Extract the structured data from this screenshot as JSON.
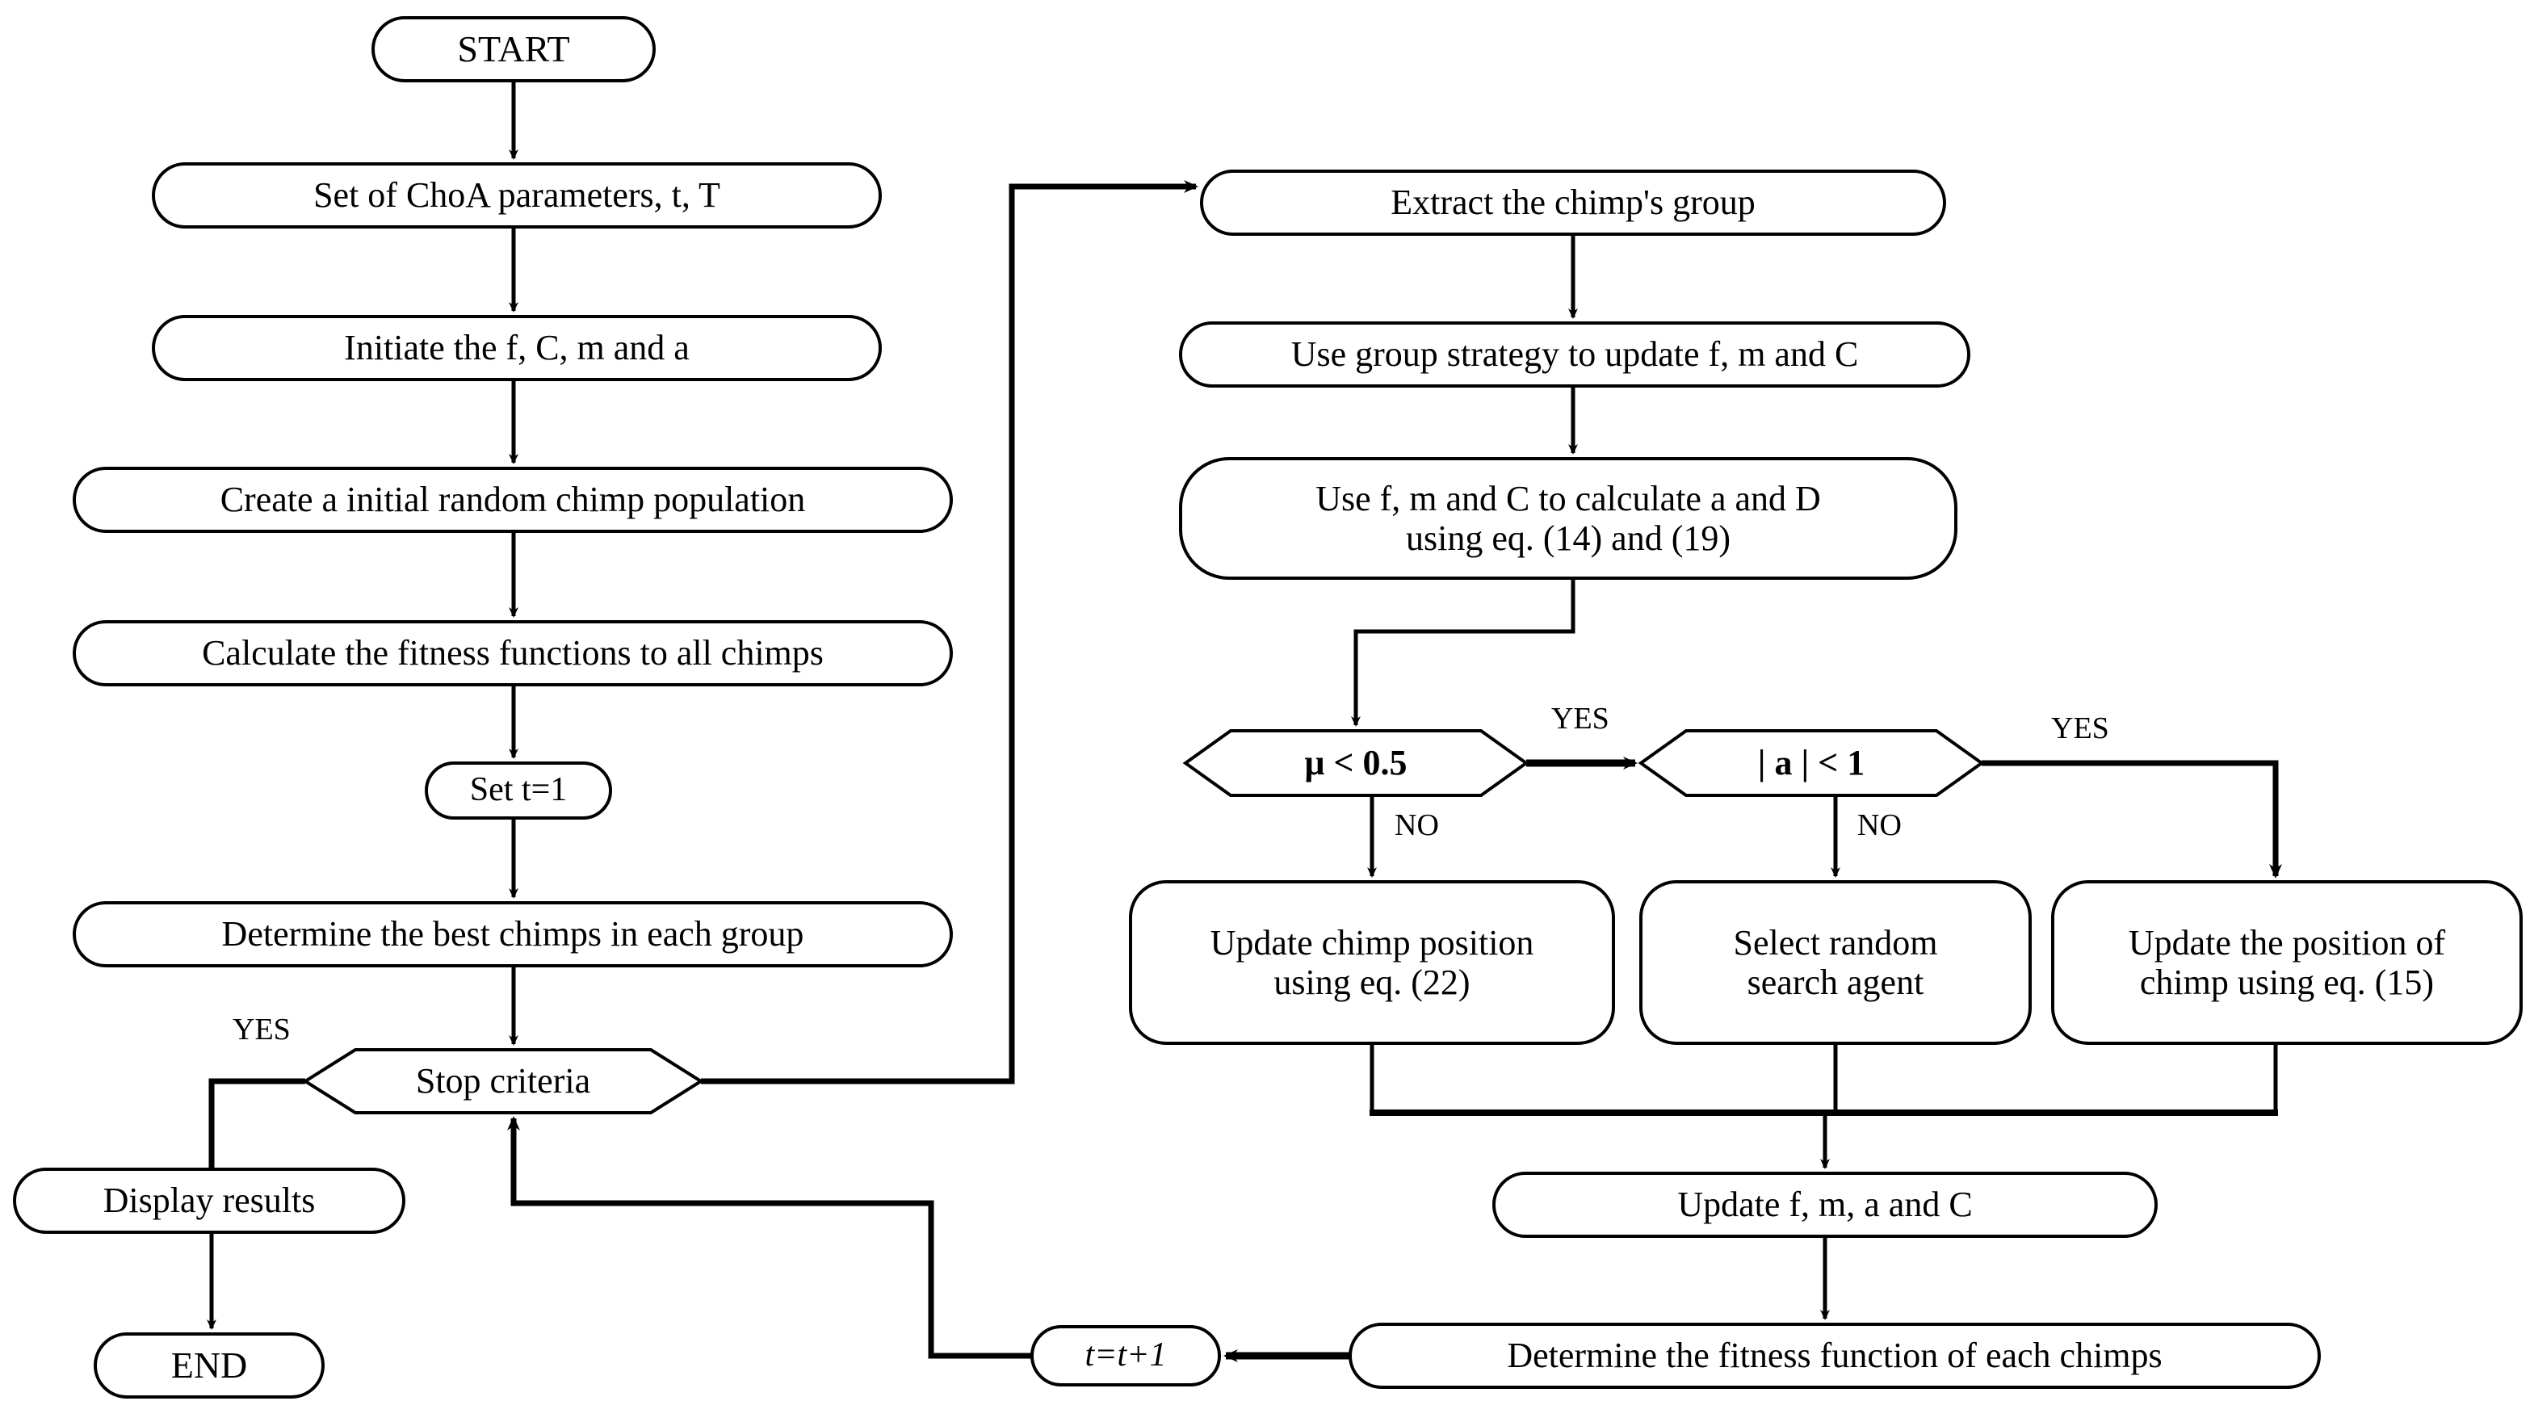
{
  "diagram": {
    "title": "ChoA algorithm flowchart",
    "stroke_color": "#000000",
    "fill_color": "#ffffff",
    "background": "#ffffff"
  },
  "nodes": {
    "start": {
      "label": "START",
      "shape": "terminator"
    },
    "set_params": {
      "label": "Set of ChoA parameters, t, T",
      "shape": "terminator"
    },
    "initiate": {
      "label": "Initiate the f, C, m and  a",
      "shape": "terminator"
    },
    "create_pop": {
      "label": "Create a initial random chimp population",
      "shape": "terminator"
    },
    "calc_fitness": {
      "label": "Calculate the fitness functions to all chimps",
      "shape": "terminator"
    },
    "set_t1": {
      "label": "Set t=1",
      "shape": "terminator"
    },
    "determine_best": {
      "label": "Determine the best chimps in each group",
      "shape": "terminator"
    },
    "stop_criteria": {
      "label": "Stop criteria",
      "shape": "decision"
    },
    "display_results": {
      "label": "Display results",
      "shape": "terminator"
    },
    "end": {
      "label": "END",
      "shape": "terminator"
    },
    "extract_group": {
      "label": "Extract the chimp's group",
      "shape": "terminator"
    },
    "use_group_strategy": {
      "label": "Use group strategy to update f, m and C",
      "shape": "terminator"
    },
    "calc_a_d": {
      "label": "Use f, m and C to calculate a and D\nusing eq. (14) and (19)",
      "shape": "terminator"
    },
    "mu_decision": {
      "label": "μ < 0.5",
      "shape": "decision"
    },
    "a_decision": {
      "label": "| a | < 1",
      "shape": "decision"
    },
    "update_chimp_22": {
      "label": "Update chimp position\nusing eq. (22)",
      "shape": "terminator"
    },
    "select_random": {
      "label": "Select random\nsearch agent",
      "shape": "terminator"
    },
    "update_pos_15": {
      "label": "Update the position of\nchimp using eq. (15)",
      "shape": "terminator"
    },
    "update_fmac": {
      "label": "Update f, m, a and C",
      "shape": "terminator"
    },
    "determine_fitness": {
      "label": "Determine the fitness function of each chimps",
      "shape": "terminator"
    },
    "t_increment": {
      "label": "t=t+1",
      "shape": "terminator"
    }
  },
  "edge_labels": {
    "stop_yes": "YES",
    "mu_yes": "YES",
    "mu_no": "NO",
    "a_yes": "YES",
    "a_no": "NO"
  }
}
